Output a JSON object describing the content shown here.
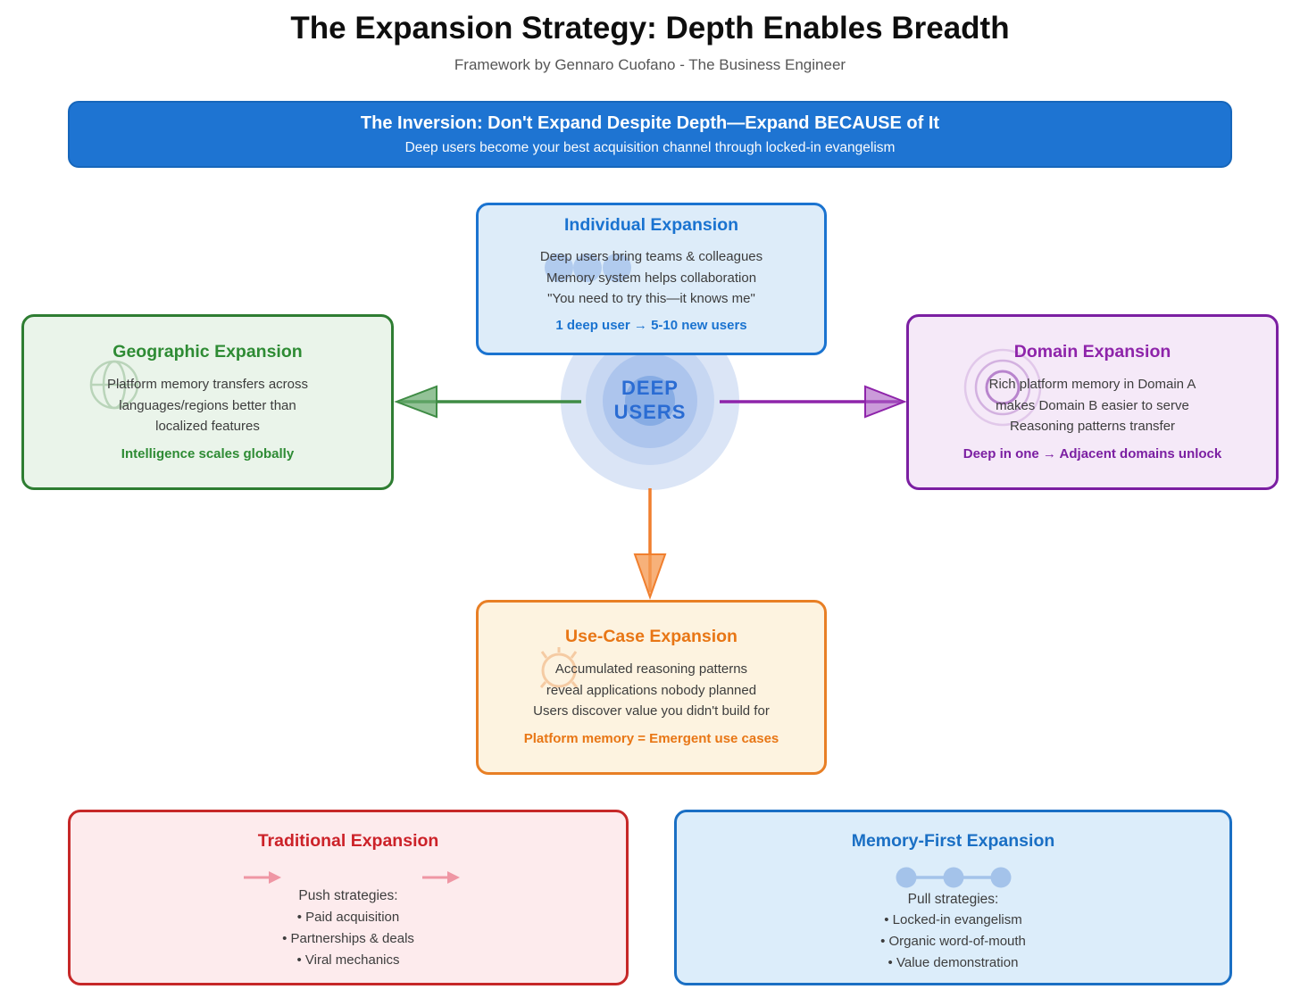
{
  "header": {
    "title": "The Expansion Strategy: Depth Enables Breadth",
    "subtitle": "Framework by Gennaro Cuofano - The Business Engineer"
  },
  "banner": {
    "title": "The Inversion: Don't Expand Despite Depth—Expand BECAUSE of It",
    "subtitle": "Deep users become your best acquisition channel through locked-in evangelism"
  },
  "center": {
    "line1": "DEEP",
    "line2": "USERS"
  },
  "boxes": {
    "individual": {
      "title": "Individual Expansion",
      "icon": "people-icon",
      "lines": [
        "Deep users bring teams & colleagues",
        "Memory system helps collaboration",
        "\"You need to try this—it knows me\""
      ],
      "highlight": "1 deep user → 5-10 new users"
    },
    "geographic": {
      "title": "Geographic Expansion",
      "icon": "globe-icon",
      "lines": [
        "Platform memory transfers across",
        "languages/regions better than",
        "localized features"
      ],
      "highlight": "Intelligence scales globally"
    },
    "domain": {
      "title": "Domain Expansion",
      "icon": "concentric-rings-icon",
      "lines": [
        "Rich platform memory in Domain A",
        "makes Domain B easier to serve",
        "Reasoning patterns transfer"
      ],
      "highlight": "Deep in one → Adjacent domains unlock"
    },
    "usecase": {
      "title": "Use-Case Expansion",
      "icon": "lightbulb-icon",
      "lines": [
        "Accumulated reasoning patterns",
        "reveal applications nobody planned",
        "Users discover value you didn't build for"
      ],
      "highlight": "Platform memory = Emergent use cases"
    },
    "traditional": {
      "title": "Traditional Expansion",
      "icon": "push-arrows-icon",
      "lead": "Push strategies:",
      "bullets": [
        "• Paid acquisition",
        "• Partnerships & deals",
        "• Viral mechanics"
      ]
    },
    "memory_first": {
      "title": "Memory-First Expansion",
      "icon": "node-chain-icon",
      "lead": "Pull strategies:",
      "bullets": [
        "• Locked-in evangelism",
        "• Organic word-of-mouth",
        "• Value demonstration"
      ]
    }
  },
  "colors": {
    "banner_bg": "#1e74d2",
    "individual_accent": "#1a73d0",
    "geographic_accent": "#2e7d32",
    "domain_accent": "#8e24aa",
    "usecase_accent": "#e87615",
    "traditional_accent": "#c62828",
    "memory_first_accent": "#1a6fc4",
    "hub_text": "#2a6cd3",
    "green_arrow": "#3f8c45",
    "purple_arrow": "#8e24aa",
    "orange_arrow": "#f07f2e"
  }
}
